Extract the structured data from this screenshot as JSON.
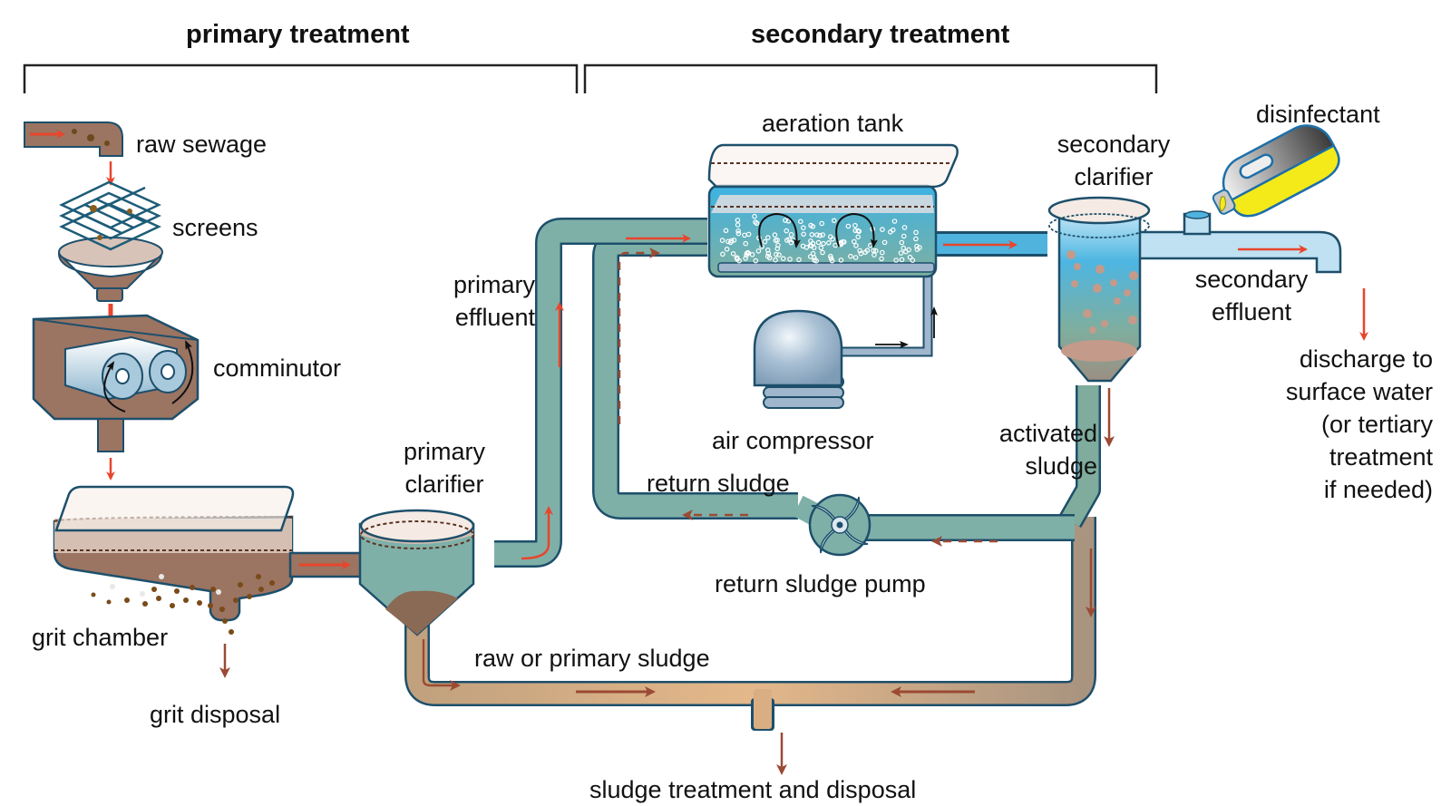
{
  "title": "Wastewater treatment process",
  "sections": {
    "primary": "primary treatment",
    "secondary": "secondary treatment"
  },
  "labels": {
    "raw_sewage": "raw sewage",
    "screens": "screens",
    "comminutor": "comminutor",
    "grit_chamber": "grit chamber",
    "grit_disposal": "grit disposal",
    "primary_clarifier": [
      "primary",
      "clarifier"
    ],
    "primary_effluent": [
      "primary",
      "effluent"
    ],
    "aeration_tank": "aeration tank",
    "secondary_clarifier": [
      "secondary",
      "clarifier"
    ],
    "disinfectant": "disinfectant",
    "secondary_effluent": [
      "secondary",
      "effluent"
    ],
    "discharge": [
      "discharge to",
      "surface water",
      "(or tertiary",
      "treatment",
      "if needed)"
    ],
    "air_compressor": "air compressor",
    "activated_sludge": [
      "activated",
      "sludge"
    ],
    "return_sludge": "return sludge",
    "return_sludge_pump": "return sludge pump",
    "raw_or_primary_sludge": "raw or primary sludge",
    "sludge_treatment": "sludge treatment and disposal"
  },
  "colors": {
    "outline": "#1d4f6b",
    "sludge_brown": "#9b7462",
    "teal_pipe": "#7fb0a8",
    "water_blue": "#4fb3de",
    "light_blue": "#bfe1f2",
    "flow_red": "#e8452c",
    "sludge_arrow": "#9b4a34",
    "disinfectant_yellow": "#f4ea1a"
  },
  "icons": {
    "screens": "grid-screen-icon",
    "comminutor": "rollers-icon",
    "air_compressor": "dome-compressor-icon",
    "pump": "impeller-icon",
    "disinfectant": "jug-icon"
  }
}
